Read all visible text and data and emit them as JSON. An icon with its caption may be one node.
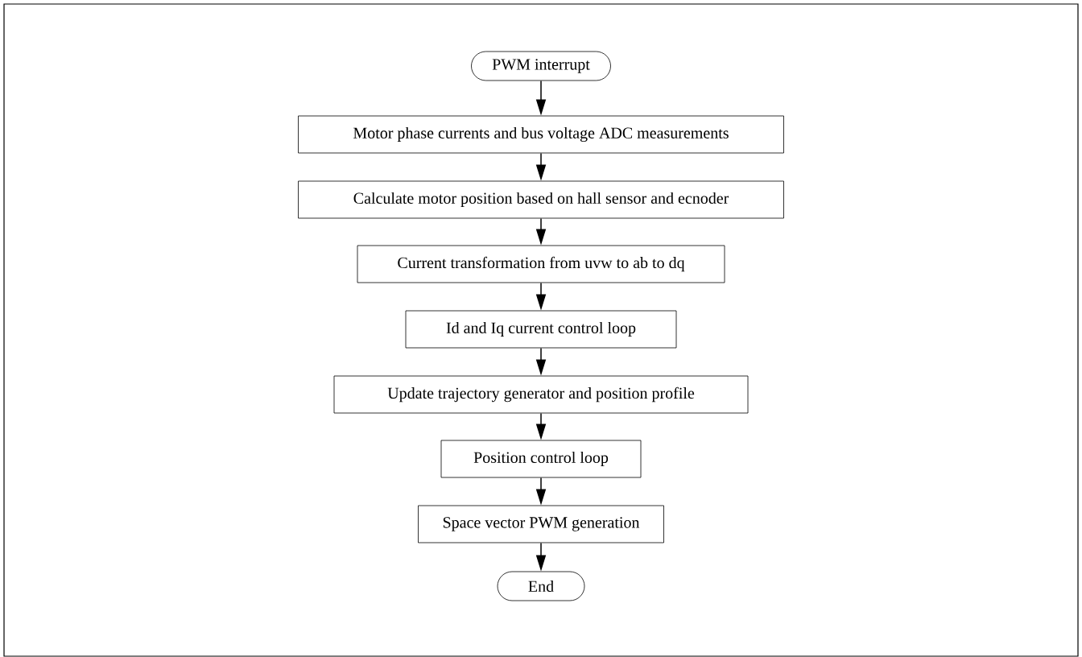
{
  "diagram": {
    "nodes": [
      {
        "text": [
          "PWM interrupt"
        ]
      },
      {
        "text": [
          "Motor phase currents and bus voltage ADC measurements"
        ]
      },
      {
        "text": [
          "Calculate motor position based on hall sensor and ecnoder"
        ]
      },
      {
        "text": [
          "Current transformation from uvw to ab to dq"
        ]
      },
      {
        "text": [
          "Id and Iq current control loop"
        ]
      },
      {
        "text": [
          "Update trajectory generator and position profile"
        ]
      },
      {
        "text": [
          "Position control loop"
        ]
      },
      {
        "text": [
          "Space vector PWM generation"
        ]
      },
      {
        "text": [
          "End"
        ]
      }
    ],
    "edges": [
      {
        "from": 0,
        "to": 1,
        "arrow": "to"
      },
      {
        "from": 1,
        "to": 2,
        "arrow": "to"
      },
      {
        "from": 2,
        "to": 3,
        "arrow": "to"
      },
      {
        "from": 3,
        "to": 4,
        "arrow": "to"
      },
      {
        "from": 4,
        "to": 5,
        "arrow": "to"
      },
      {
        "from": 5,
        "to": 6,
        "arrow": "to"
      },
      {
        "from": 6,
        "to": 7,
        "arrow": "to"
      },
      {
        "from": 7,
        "to": 8,
        "arrow": "to"
      }
    ]
  }
}
